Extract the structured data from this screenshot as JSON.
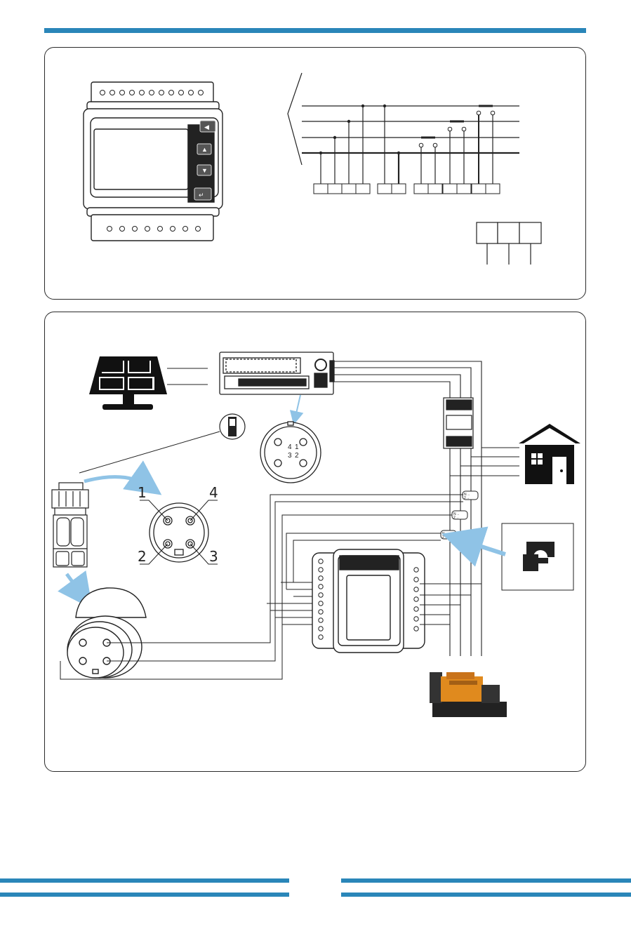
{
  "colors": {
    "accent": "#2a86b9",
    "arrow": "#8fc3e6",
    "line": "#222222",
    "generator": "#e08a1e"
  },
  "connector": {
    "pin_labels": [
      "1",
      "4",
      "2",
      "3"
    ],
    "port_labels": [
      "4",
      "1",
      "3",
      "2"
    ]
  },
  "meter": {
    "buttons": [
      {
        "name": "left-icon",
        "glyph": "◀"
      },
      {
        "name": "up-icon",
        "glyph": "▲"
      },
      {
        "name": "down-icon",
        "glyph": "▼"
      },
      {
        "name": "enter-icon",
        "glyph": "↵"
      }
    ]
  },
  "ct_label": "N→\n2→",
  "icons": [
    "solar-panel-icon",
    "inverter-icon",
    "house-icon",
    "current-clamp-icon",
    "generator-icon"
  ]
}
